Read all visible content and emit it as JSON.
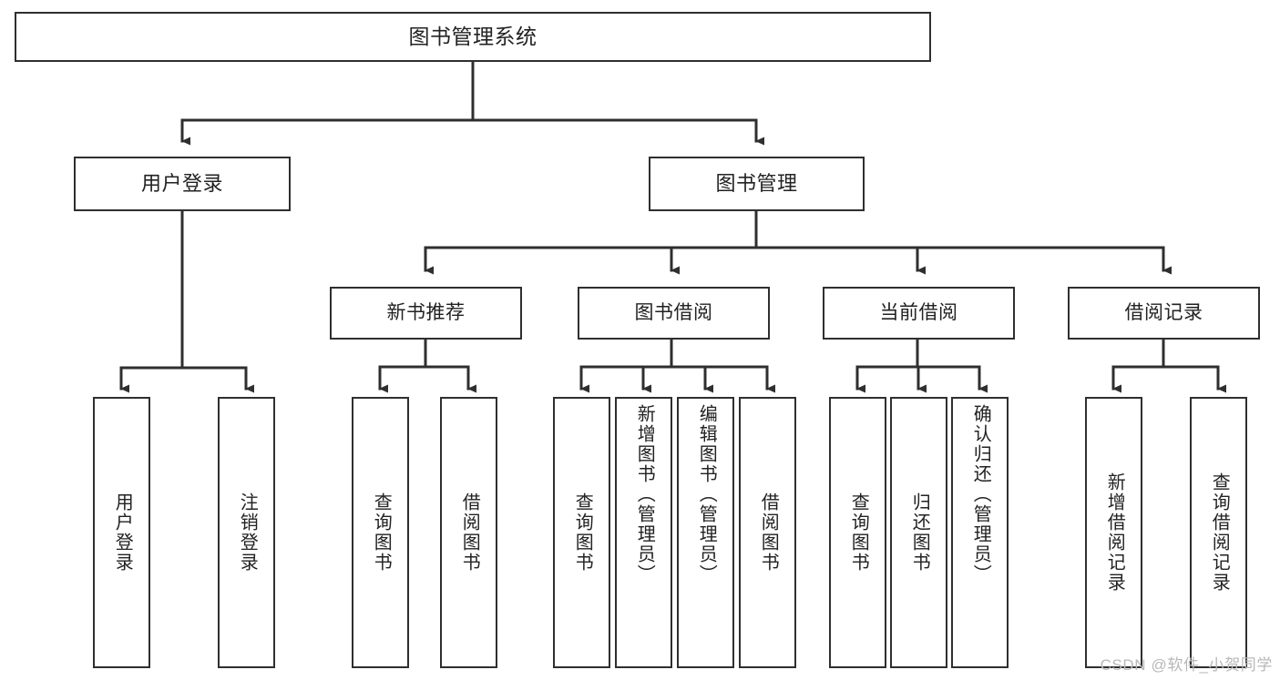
{
  "diagram": {
    "type": "hierarchy-tree",
    "title": "图书管理系统",
    "root": {
      "id": "root",
      "label": "图书管理系统"
    },
    "level1": [
      {
        "id": "user-login",
        "label": "用户登录"
      },
      {
        "id": "book-management",
        "label": "图书管理"
      }
    ],
    "level2": [
      {
        "id": "new-book-recommend",
        "label": "新书推荐",
        "parent": "book-management"
      },
      {
        "id": "book-borrow",
        "label": "图书借阅",
        "parent": "book-management"
      },
      {
        "id": "current-borrow",
        "label": "当前借阅",
        "parent": "book-management"
      },
      {
        "id": "borrow-record",
        "label": "借阅记录",
        "parent": "book-management"
      }
    ],
    "leaves": [
      {
        "id": "leaf-user-login",
        "label": "用户登录",
        "parent": "user-login"
      },
      {
        "id": "leaf-user-logout",
        "label": "注销登录",
        "parent": "user-login"
      },
      {
        "id": "leaf-query-book-1",
        "label": "查询图书",
        "parent": "new-book-recommend"
      },
      {
        "id": "leaf-borrow-book-1",
        "label": "借阅图书",
        "parent": "new-book-recommend"
      },
      {
        "id": "leaf-query-book-2",
        "label": "查询图书",
        "parent": "book-borrow"
      },
      {
        "id": "leaf-add-book",
        "label": "新增图书（管理员）",
        "parent": "book-borrow"
      },
      {
        "id": "leaf-edit-book",
        "label": "编辑图书（管理员）",
        "parent": "book-borrow"
      },
      {
        "id": "leaf-borrow-book-2",
        "label": "借阅图书",
        "parent": "book-borrow"
      },
      {
        "id": "leaf-query-book-3",
        "label": "查询图书",
        "parent": "current-borrow"
      },
      {
        "id": "leaf-return-book",
        "label": "归还图书",
        "parent": "current-borrow"
      },
      {
        "id": "leaf-confirm-return",
        "label": "确认归还（管理员）",
        "parent": "current-borrow"
      },
      {
        "id": "leaf-add-record",
        "label": "新增借阅记录",
        "parent": "borrow-record"
      },
      {
        "id": "leaf-query-record",
        "label": "查询借阅记录",
        "parent": "borrow-record"
      }
    ]
  },
  "watermark": {
    "text": "CSDN @软件_小贺同学"
  },
  "colors": {
    "stroke": "#2f2f2f",
    "text": "#222222",
    "background": "#ffffff",
    "watermark": "#b8b8b8"
  }
}
